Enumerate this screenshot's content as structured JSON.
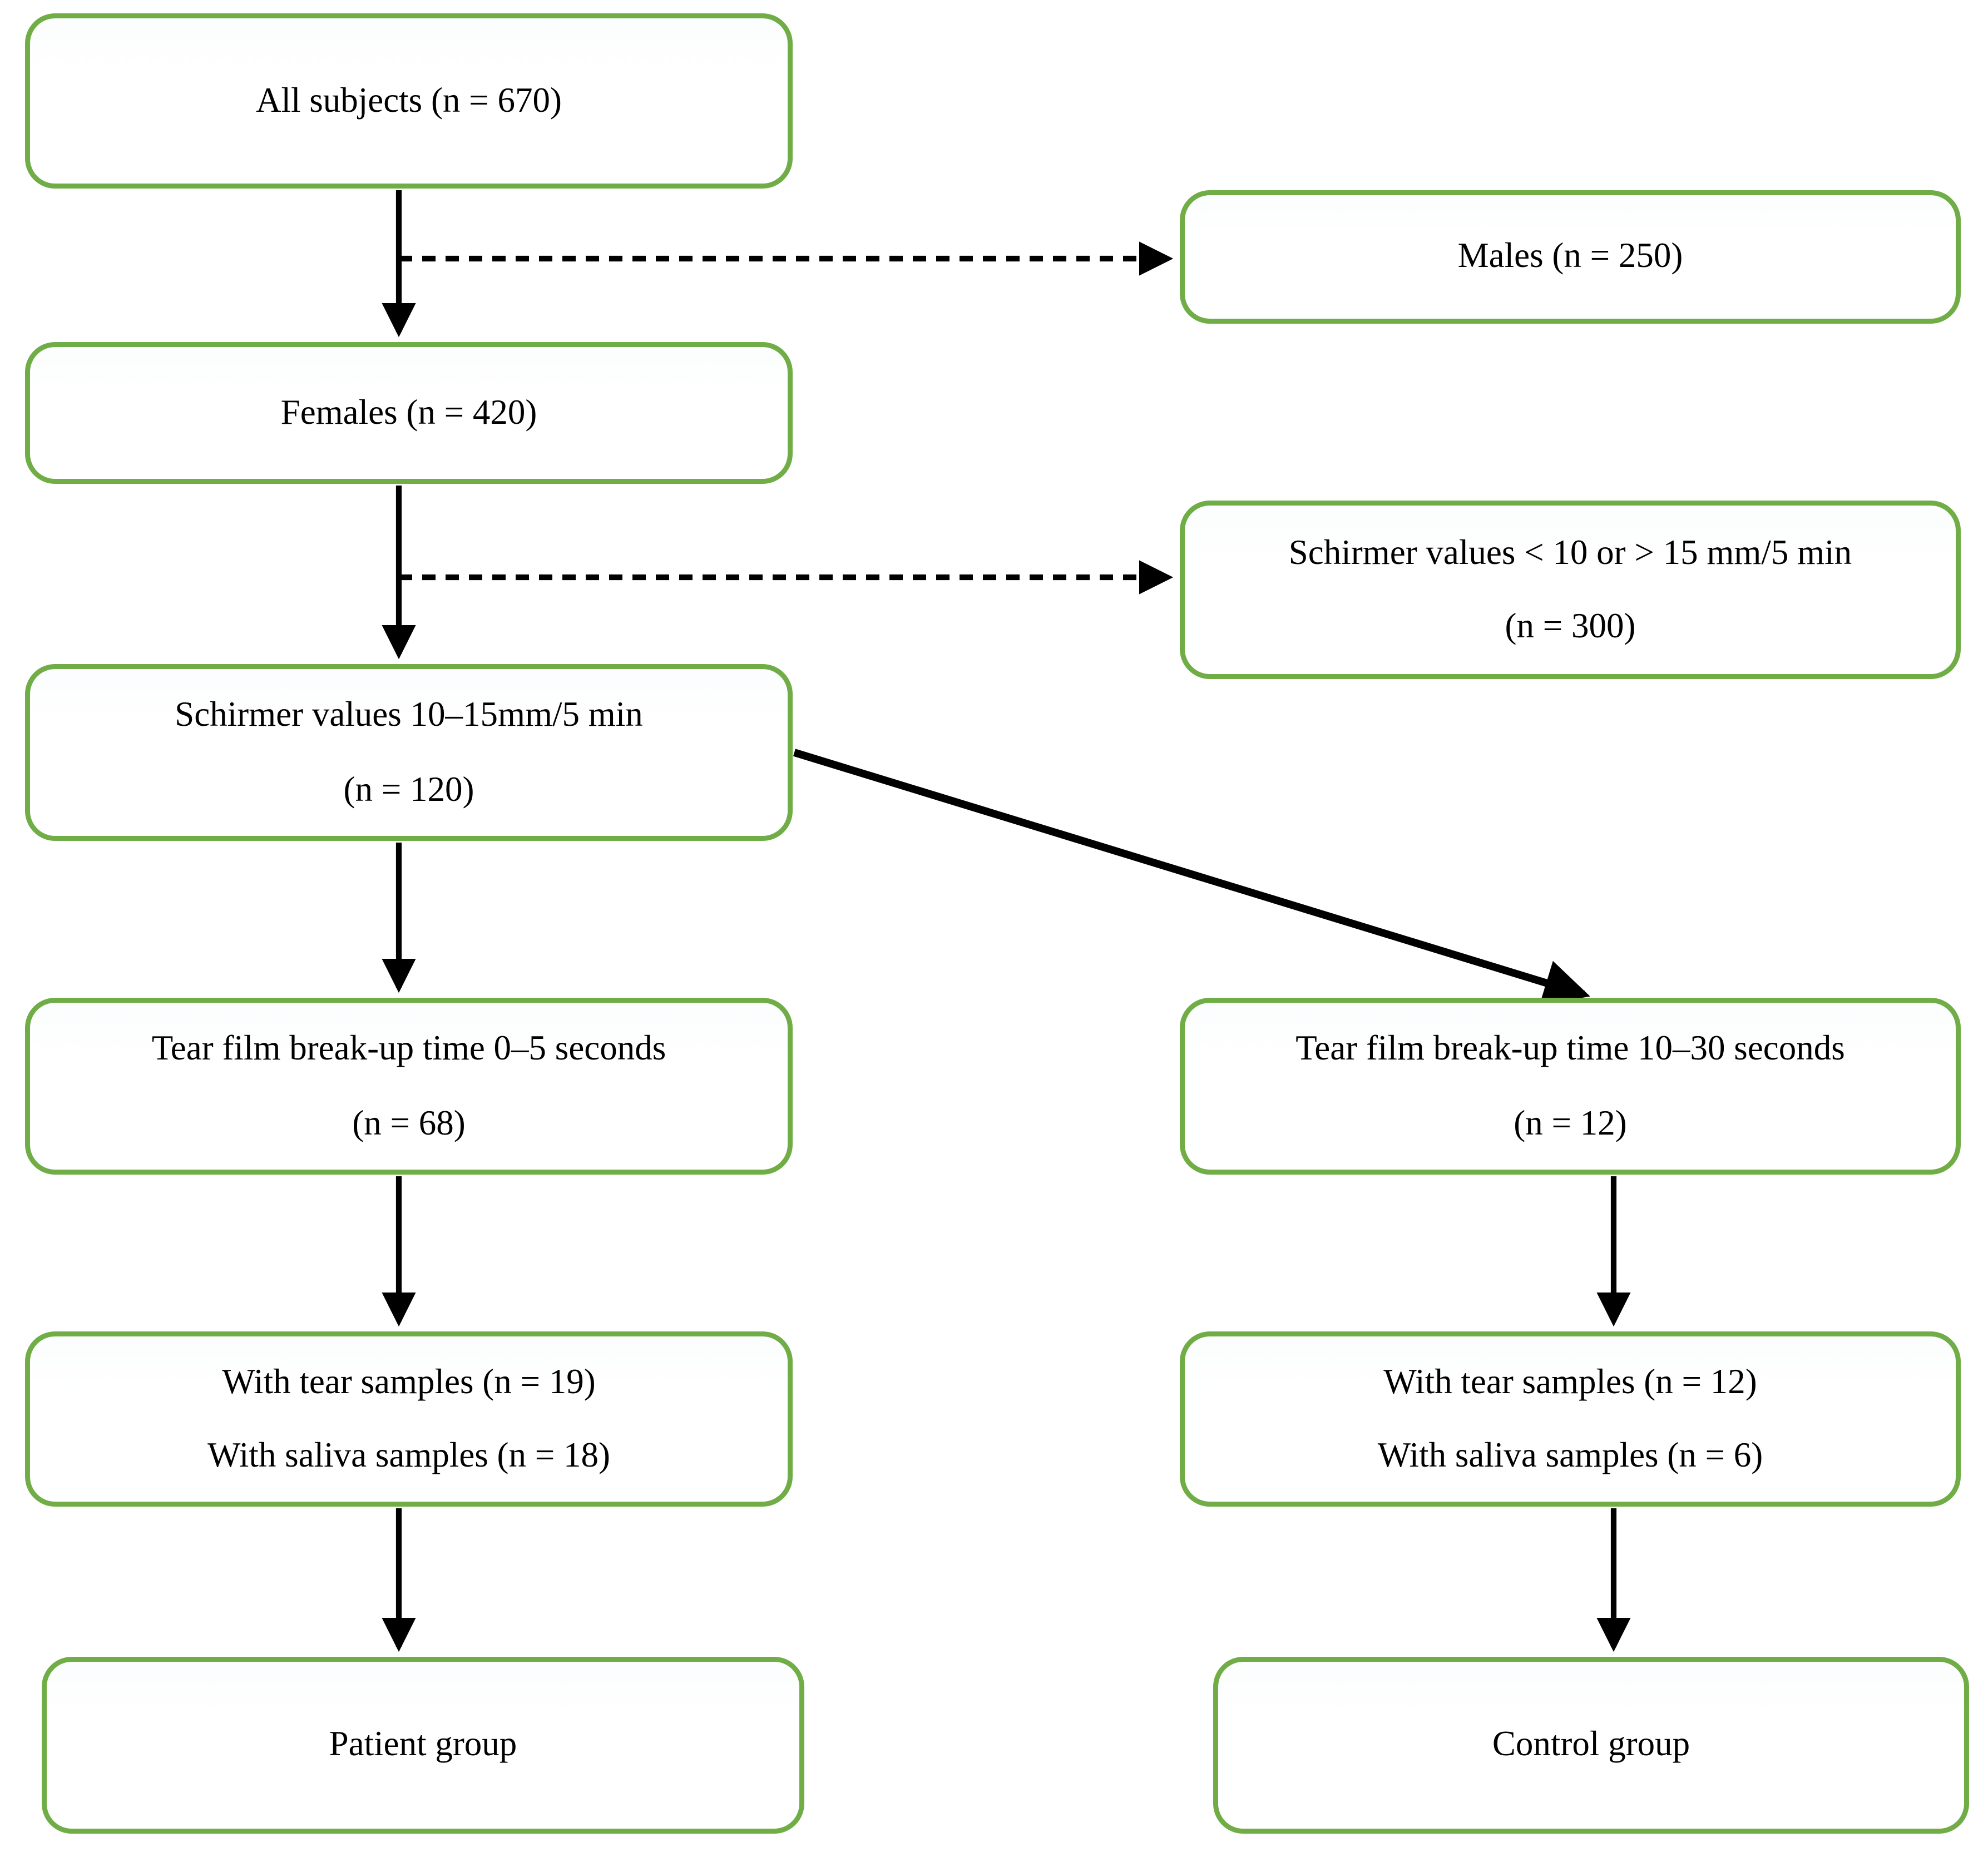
{
  "figure": {
    "type": "flowchart",
    "box_border_color": "#70AD47",
    "arrow_color": "#000000",
    "background_color": "#ffffff",
    "text_color": "#000000"
  },
  "nodes": {
    "all_subjects": {
      "lines": [
        "All subjects (n = 670)"
      ]
    },
    "males": {
      "lines": [
        "Males (n = 250)"
      ]
    },
    "females": {
      "lines": [
        "Females (n = 420)"
      ]
    },
    "schirmer_excluded": {
      "lines": [
        "Schirmer values < 10 or > 15 mm/5 min",
        "(n = 300)"
      ]
    },
    "schirmer_included": {
      "lines": [
        "Schirmer values 10–15mm/5 min",
        "(n = 120)"
      ]
    },
    "tbut_short": {
      "lines": [
        "Tear film break-up time 0–5 seconds",
        "(n = 68)"
      ]
    },
    "tbut_long": {
      "lines": [
        "Tear film break-up time 10–30 seconds",
        "(n = 12)"
      ]
    },
    "patient_samples": {
      "lines": [
        "With tear samples (n = 19)",
        "With saliva samples (n = 18)"
      ]
    },
    "control_samples": {
      "lines": [
        "With tear samples (n = 12)",
        "With saliva samples (n = 6)"
      ]
    },
    "patient_group": {
      "lines": [
        "Patient group"
      ]
    },
    "control_group": {
      "lines": [
        "Control group"
      ]
    }
  },
  "edges": [
    {
      "from": "all_subjects",
      "to": "females",
      "style": "solid"
    },
    {
      "from": "all_subjects",
      "to": "males",
      "style": "dashed"
    },
    {
      "from": "females",
      "to": "schirmer_included",
      "style": "solid"
    },
    {
      "from": "females",
      "to": "schirmer_excluded",
      "style": "dashed"
    },
    {
      "from": "schirmer_included",
      "to": "tbut_short",
      "style": "solid"
    },
    {
      "from": "schirmer_included",
      "to": "tbut_long",
      "style": "solid-diagonal"
    },
    {
      "from": "tbut_short",
      "to": "patient_samples",
      "style": "solid"
    },
    {
      "from": "tbut_long",
      "to": "control_samples",
      "style": "solid"
    },
    {
      "from": "patient_samples",
      "to": "patient_group",
      "style": "solid"
    },
    {
      "from": "control_samples",
      "to": "control_group",
      "style": "solid"
    }
  ]
}
